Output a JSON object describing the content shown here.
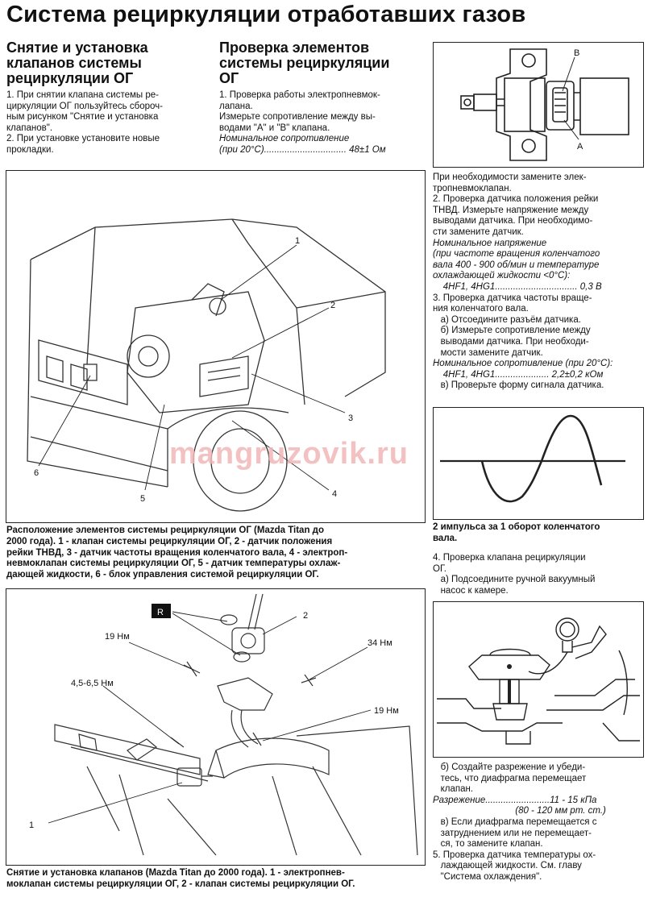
{
  "title": "Система рециркуляции отработавших газов",
  "col1": {
    "heading": [
      "Снятие и установка",
      "клапанов системы",
      "рециркуляции ОГ"
    ],
    "lines": [
      "1. При снятии клапана системы ре-",
      "циркуляции ОГ пользуйтесь сбороч-",
      "ным рисунком \"Снятие и установка",
      "клапанов\".",
      "2. При установке установите новые",
      "прокладки."
    ]
  },
  "col2": {
    "heading": [
      "Проверка элементов",
      "системы рециркуляции",
      "ОГ"
    ],
    "lines": [
      "1. Проверка работы электропневмок-",
      "лапана.",
      "Измерьте сопротивление между вы-",
      "водами \"А\" и \"В\" клапана."
    ],
    "spec_label": "Номинальное сопротивление",
    "spec_line": "(при 20°С)................................ 48±1 Ом"
  },
  "right_text1": [
    {
      "t": "При необходимости замените элек-",
      "s": "n"
    },
    {
      "t": "тропневмоклапан.",
      "s": "n"
    },
    {
      "t": "2. Проверка датчика положения рейки",
      "s": "n"
    },
    {
      "t": "ТНВД. Измерьте напряжение между",
      "s": "n"
    },
    {
      "t": "выводами датчика. При необходимо-",
      "s": "n"
    },
    {
      "t": "сти замените датчик.",
      "s": "n"
    },
    {
      "t": "Номинальное напряжение",
      "s": "i"
    },
    {
      "t": "(при частоте вращения коленчатого",
      "s": "i"
    },
    {
      "t": "вала 400 - 900 об/мин и температуре",
      "s": "i"
    },
    {
      "t": "охлаждающей жидкости <0°С):",
      "s": "i"
    },
    {
      "t": "    4HF1, 4HG1................................ 0,3 В",
      "s": "i"
    },
    {
      "t": "3. Проверка датчика частоты враще-",
      "s": "n"
    },
    {
      "t": "ния коленчатого вала.",
      "s": "n"
    },
    {
      "t": "   а) Отсоедините разъём датчика.",
      "s": "n"
    },
    {
      "t": "   б) Измерьте сопротивление между",
      "s": "n"
    },
    {
      "t": "   выводами датчика. При необходи-",
      "s": "n"
    },
    {
      "t": "   мости замените датчик.",
      "s": "n"
    },
    {
      "t": "Номинальное сопротивление (при 20°С):",
      "s": "i"
    },
    {
      "t": "    4HF1, 4HG1..................... 2,2±0,2 кОм",
      "s": "i"
    },
    {
      "t": "   в) Проверьте форму сигнала датчика.",
      "s": "n"
    }
  ],
  "waveform_caption": [
    "2 импульса за 1 оборот коленчатого",
    "вала."
  ],
  "right_text2": [
    "4. Проверка клапана рециркуляции",
    "ОГ.",
    "   а) Подсоедините ручной вакуумный",
    "   насос к камере."
  ],
  "right_text3": [
    {
      "t": "   б) Создайте разрежение и убеди-",
      "s": "n"
    },
    {
      "t": "   тесь, что диафрагма перемещает",
      "s": "n"
    },
    {
      "t": "   клапан.",
      "s": "n"
    },
    {
      "t": "Разрежение.........................11 - 15 кПа",
      "s": "i"
    },
    {
      "t": "                                (80 - 120 мм рт. ст.)",
      "s": "i"
    },
    {
      "t": "   в) Если диафрагма перемещается с",
      "s": "n"
    },
    {
      "t": "   затруднением или не перемещает-",
      "s": "n"
    },
    {
      "t": "   ся, то замените клапан.",
      "s": "n"
    },
    {
      "t": "5. Проверка датчика температуры ох-",
      "s": "n"
    },
    {
      "t": "   лаждающей жидкости. См. главу",
      "s": "n"
    },
    {
      "t": "   \"Система охлаждения\".",
      "s": "n"
    }
  ],
  "fig1": {
    "labels": [
      "1",
      "2",
      "3",
      "4",
      "5",
      "6"
    ],
    "caption": [
      "Расположение элементов системы рециркуляции ОГ (Mazda Titan до",
      "2000 года). 1 - клапан системы рециркуляции ОГ, 2 - датчик положения",
      "рейки ТНВД, 3 - датчик частоты вращения коленчатого вала, 4 - электроп-",
      "невмоклапан системы рециркуляции ОГ, 5 - датчик температуры охлаж-",
      "дающей жидкости, 6 - блок управления системой рециркуляции ОГ."
    ]
  },
  "fig_valve": {
    "label_b": "B",
    "label_a": "A"
  },
  "fig2": {
    "badge": "R",
    "labels": [
      "2",
      "19 Нм",
      "34 Нм",
      "4,5-6,5 Нм",
      "19 Нм",
      "1"
    ],
    "caption": [
      "Снятие и установка клапанов (Mazda Titan до 2000 года). 1 - электропнев-",
      "моклапан системы рециркуляции ОГ, 2 - клапан системы рециркуляции ОГ."
    ]
  },
  "watermark": "mangruzovik.ru"
}
